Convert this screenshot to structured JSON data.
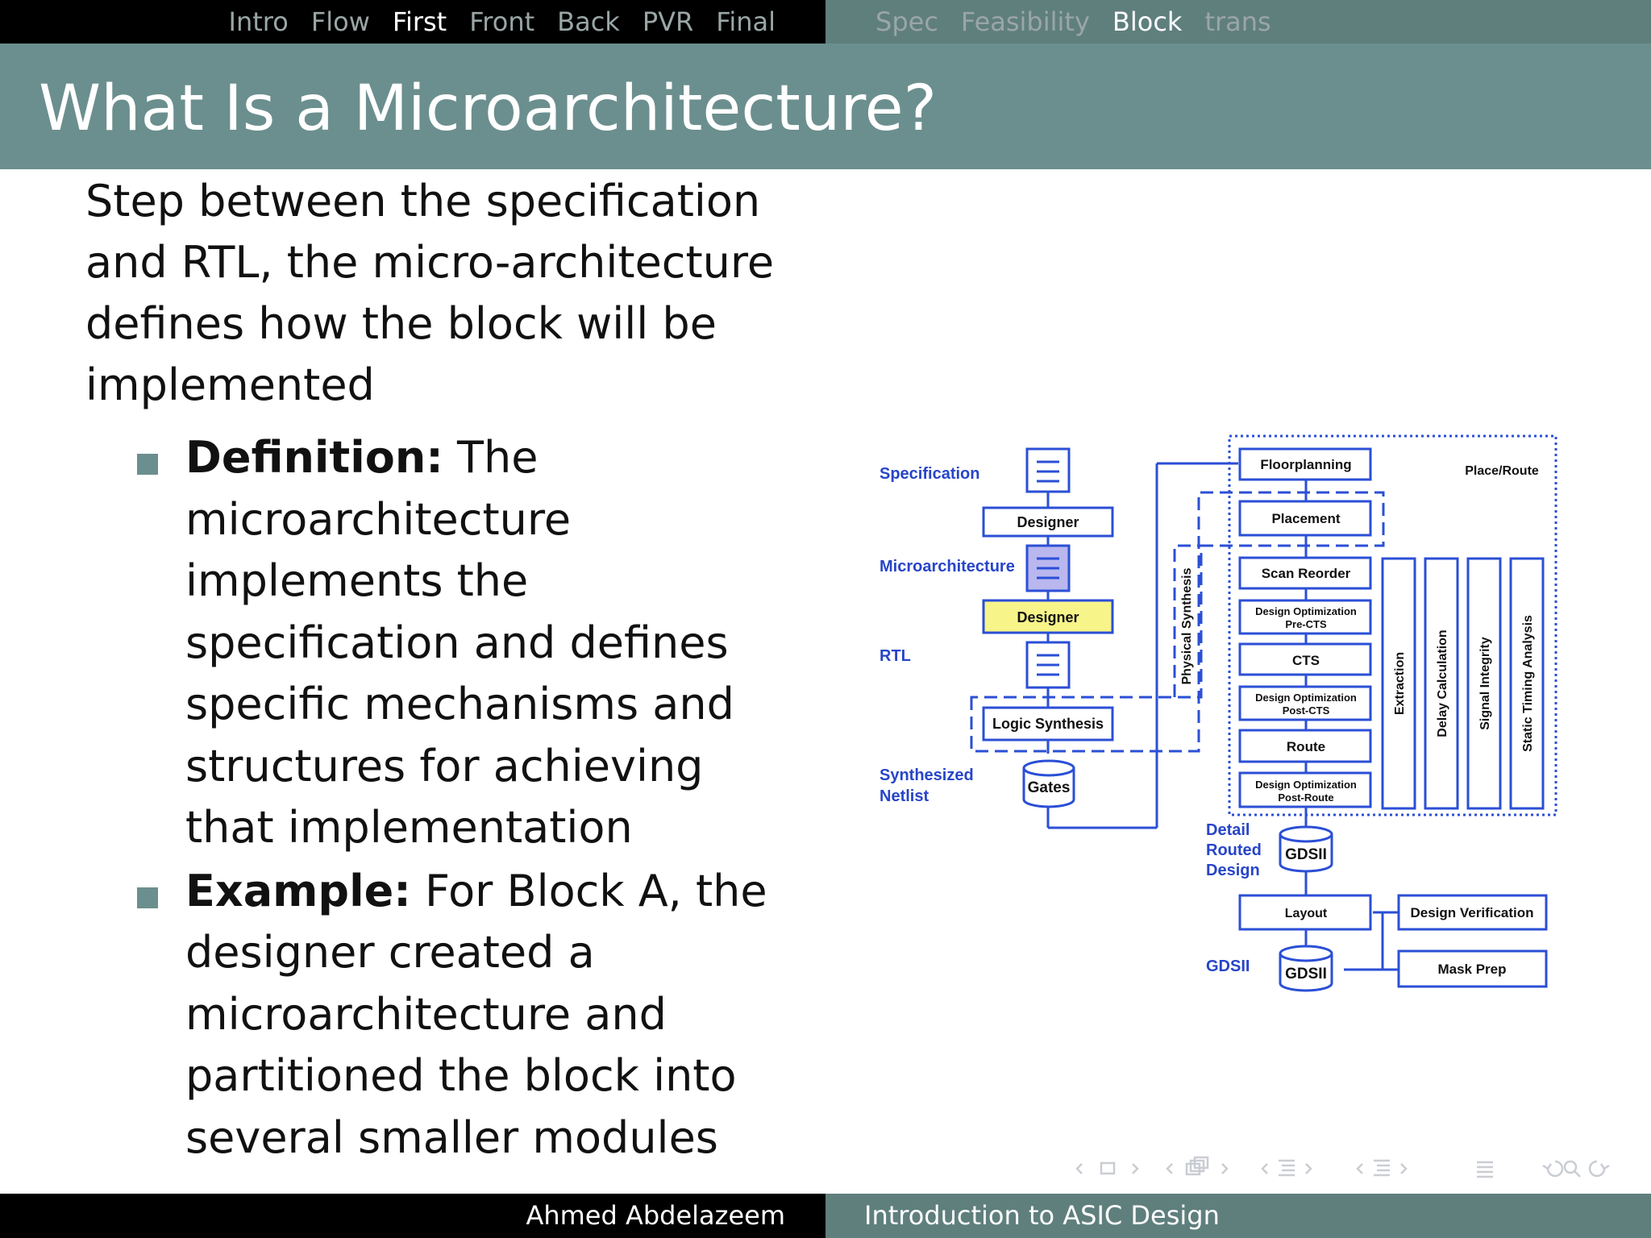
{
  "nav": {
    "left": [
      {
        "label": "Intro",
        "active": false
      },
      {
        "label": "Flow",
        "active": false
      },
      {
        "label": "First",
        "active": true
      },
      {
        "label": "Front",
        "active": false
      },
      {
        "label": "Back",
        "active": false
      },
      {
        "label": "PVR",
        "active": false
      },
      {
        "label": "Final",
        "active": false
      }
    ],
    "right": [
      {
        "label": "Spec",
        "active": false
      },
      {
        "label": "Feasibility",
        "active": false
      },
      {
        "label": "Block",
        "active": true
      },
      {
        "label": "trans",
        "active": false
      }
    ]
  },
  "slide": {
    "title": "What Is a Microarchitecture?",
    "intro": "Step between the specification and RTL, the micro-architecture defines how the block will be implemented",
    "bullets": [
      {
        "term": "Definition:",
        "text": " The microarchitecture implements the specification and defines specific mechanisms and structures for achieving that implementation"
      },
      {
        "term": "Example:",
        "text": " For Block A, the designer created a microarchitecture and partitioned the block into several smaller modules"
      }
    ]
  },
  "diagram": {
    "left_labels": {
      "specification": "Specification",
      "microarchitecture": "Microarchitecture",
      "rtl": "RTL",
      "synth1": "Synthesized",
      "synth2": "Netlist",
      "detail1": "Detail",
      "detail2": "Routed",
      "detail3": "Design",
      "gdsii": "GDSII"
    },
    "boxes": {
      "designer1": "Designer",
      "designer2": "Designer",
      "logic_synthesis": "Logic Synthesis",
      "gates": "Gates",
      "floorplanning": "Floorplanning",
      "placement": "Placement",
      "scan_reorder": "Scan Reorder",
      "opt_pre_cts_1": "Design Optimization",
      "opt_pre_cts_2": "Pre-CTS",
      "cts": "CTS",
      "opt_post_cts_1": "Design Optimization",
      "opt_post_cts_2": "Post-CTS",
      "route": "Route",
      "opt_post_route_1": "Design Optimization",
      "opt_post_route_2": "Post-Route",
      "gdsii_db1": "GDSII",
      "layout": "Layout",
      "gdsii_db2": "GDSII",
      "design_verification": "Design Verification",
      "mask_prep": "Mask Prep",
      "place_route": "Place/Route",
      "physical_synthesis": "Physical Synthesis",
      "extraction": "Extraction",
      "delay_calculation": "Delay Calculation",
      "signal_integrity": "Signal Integrity",
      "static_timing": "Static Timing Analysis"
    },
    "colors": {
      "line": "#2b4fd6",
      "label": "#2745c8",
      "highlight_purple": "#b9b7ee",
      "highlight_yellow": "#f7f48a"
    }
  },
  "footer": {
    "author": "Ahmed Abdelazeem",
    "course": "Introduction to ASIC Design"
  },
  "colors": {
    "titlebar": "#6b8f8e",
    "navbar_right": "#5f7f7d",
    "bullet": "#6b8f8e"
  }
}
